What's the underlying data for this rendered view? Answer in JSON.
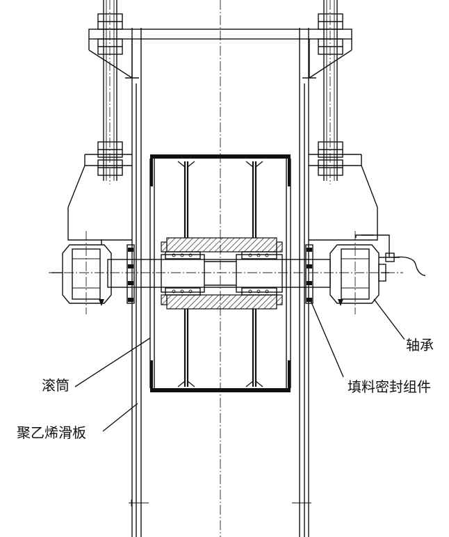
{
  "labels": {
    "drum": "滚筒",
    "slide_plate": "聚乙烯滑板",
    "bearing": "轴承",
    "packing_seal": "填料密封组件"
  }
}
